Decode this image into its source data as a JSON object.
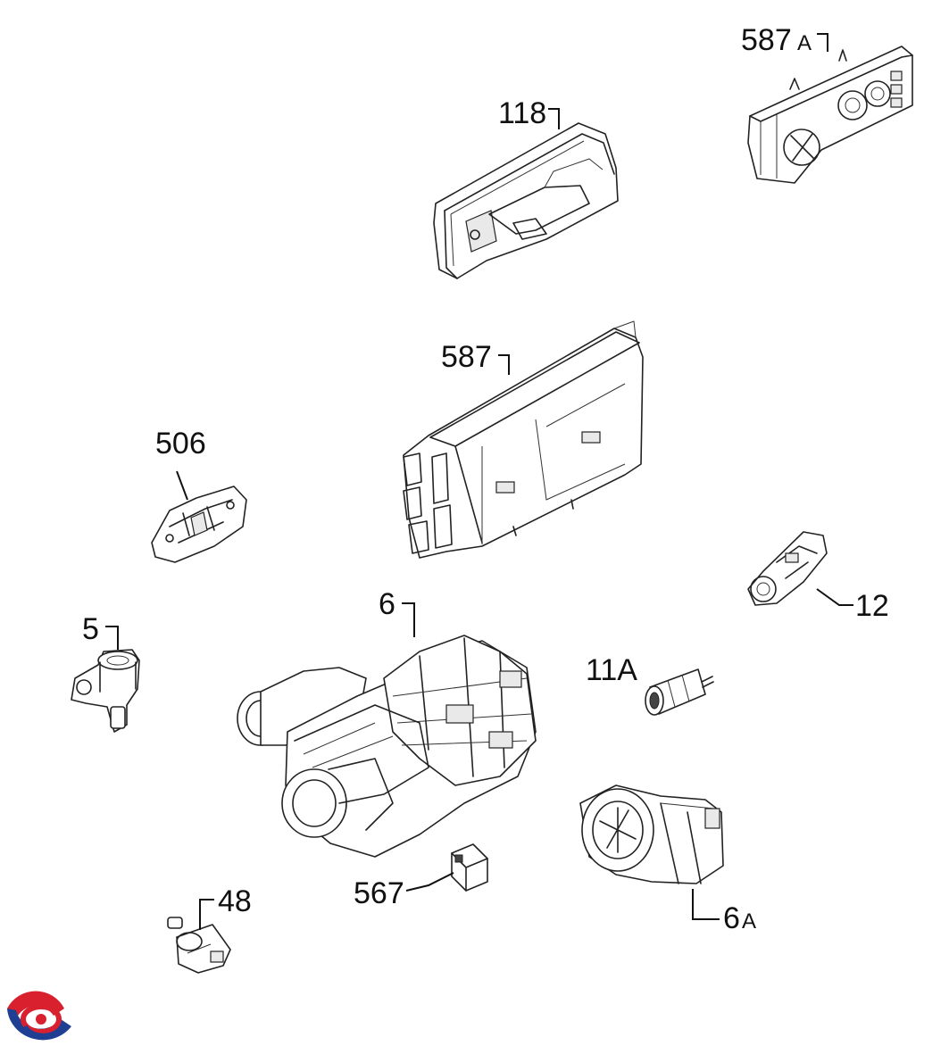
{
  "parts": [
    {
      "id": "587A",
      "label_main": "587",
      "label_suffix": "A",
      "component": "control-module-587a"
    },
    {
      "id": "118",
      "label_main": "118",
      "label_suffix": "",
      "component": "control-panel-118"
    },
    {
      "id": "587",
      "label_main": "587",
      "label_suffix": "",
      "component": "electronic-module-587"
    },
    {
      "id": "506",
      "label_main": "506",
      "label_suffix": "",
      "component": "clip-506"
    },
    {
      "id": "12",
      "label_main": "12",
      "label_suffix": "",
      "component": "sensor-12"
    },
    {
      "id": "5",
      "label_main": "5",
      "label_suffix": "",
      "component": "valve-5"
    },
    {
      "id": "6",
      "label_main": "6",
      "label_suffix": "",
      "component": "circulation-pump-6"
    },
    {
      "id": "11A",
      "label_main": "11A",
      "label_suffix": "",
      "component": "capacitor-11a"
    },
    {
      "id": "567",
      "label_main": "567",
      "label_suffix": "",
      "component": "connector-567"
    },
    {
      "id": "6A",
      "label_main": "6",
      "label_suffix": "A",
      "component": "drain-pump-6a"
    },
    {
      "id": "48",
      "label_main": "48",
      "label_suffix": "",
      "component": "pressure-switch-48"
    }
  ],
  "logo": {
    "name": "brand-logo",
    "colors": {
      "red": "#d8202f",
      "blue": "#1f3f93"
    }
  }
}
